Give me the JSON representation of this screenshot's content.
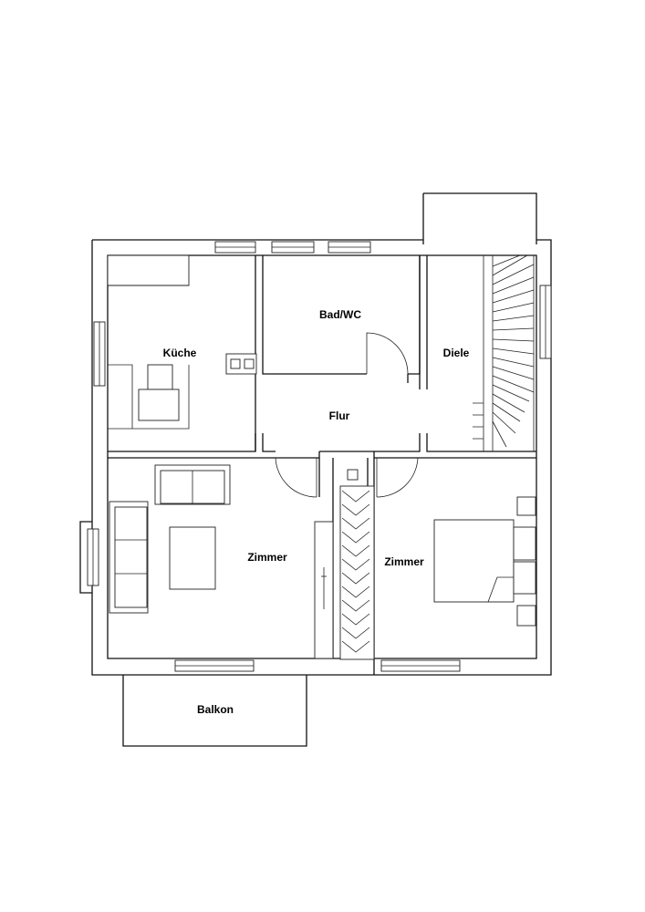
{
  "rooms": {
    "kueche": "Küche",
    "bad": "Bad/WC",
    "diele": "Diele",
    "flur": "Flur",
    "zimmer_links": "Zimmer",
    "zimmer_rechts": "Zimmer",
    "balkon": "Balkon"
  }
}
